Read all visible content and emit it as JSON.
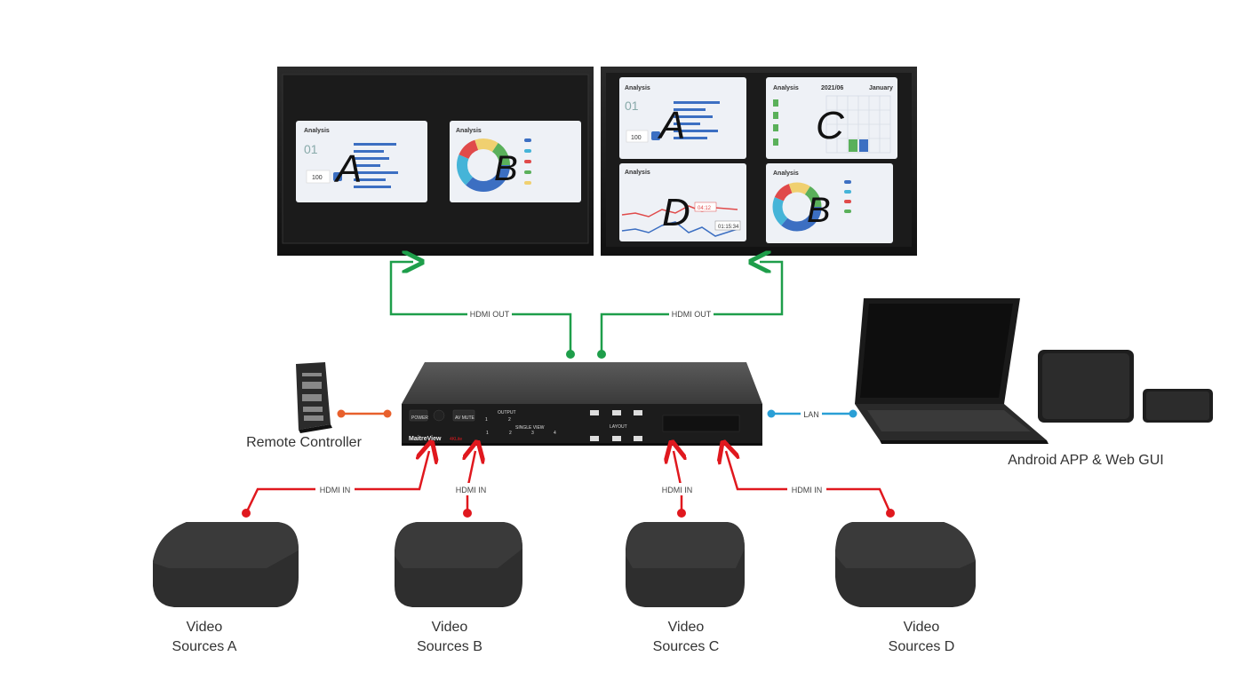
{
  "connections": {
    "hdmi_out_left": "HDMI OUT",
    "hdmi_out_right": "HDMI OUT",
    "lan": "LAN",
    "hdmi_in_a": "HDMI IN",
    "hdmi_in_b": "HDMI IN",
    "hdmi_in_c": "HDMI IN",
    "hdmi_in_d": "HDMI IN"
  },
  "devices": {
    "remote": "Remote Controller",
    "app": "Android APP & Web GUI",
    "source_a": [
      "Video",
      "Sources A"
    ],
    "source_b": [
      "Video",
      "Sources B"
    ],
    "source_c": [
      "Video",
      "Sources C"
    ],
    "source_d": [
      "Video",
      "Sources D"
    ]
  },
  "switcher": {
    "brand": "MaitreView",
    "model": "4KLite",
    "power": "POWER",
    "av_mute": "AV MUTE",
    "output": "OUTPUT",
    "single_view": "SINGLE VIEW",
    "layout": "LAYOUT",
    "output_keys": [
      "1",
      "2"
    ],
    "single_keys": [
      "1",
      "2",
      "3",
      "4"
    ]
  },
  "screens": {
    "left_panels": [
      "A",
      "B"
    ],
    "right_panels": [
      "A",
      "C",
      "D",
      "B"
    ],
    "panel_title": "Analysis",
    "panel_c_date": "2021/06",
    "panel_c_month": "January",
    "panel_a_number": "01",
    "panel_a_value": "100",
    "panel_d_time": "01:15:34",
    "panel_d_value": "04:12"
  },
  "colors": {
    "hdmi_out": "#1e9e4a",
    "hdmi_in": "#e0181e",
    "lan": "#2a9fd6",
    "remote_link": "#e8602c"
  }
}
